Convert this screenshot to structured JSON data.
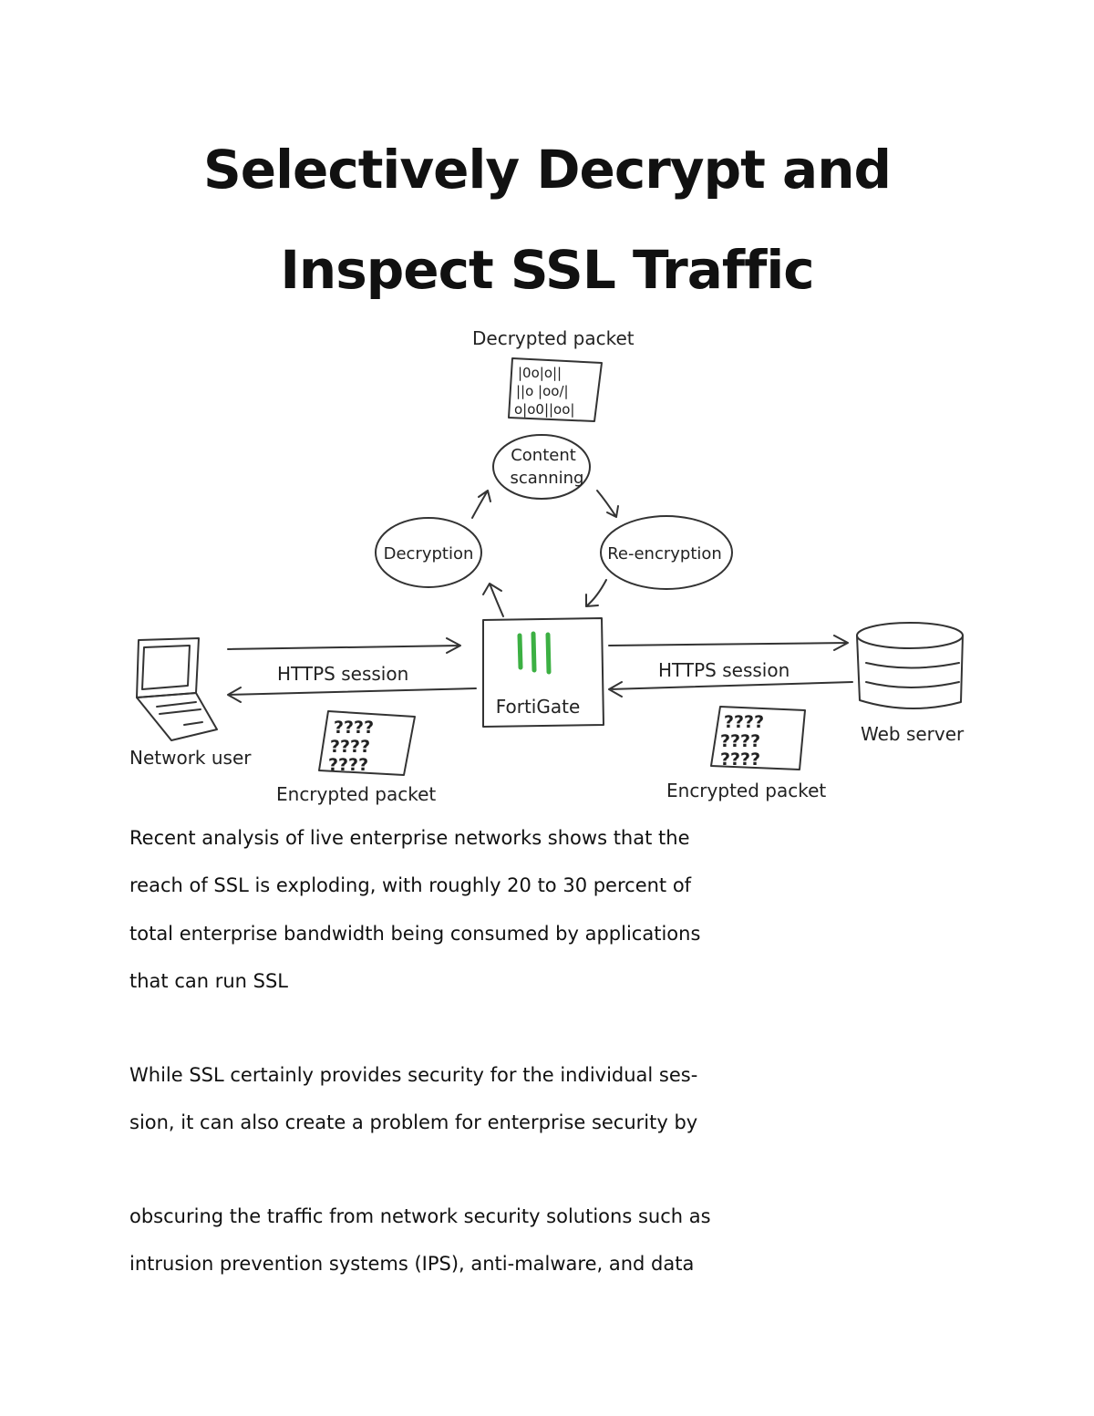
{
  "title": {
    "line1": "Selectively Decrypt and",
    "line2": "Inspect SSL Traffic"
  },
  "diagram": {
    "decrypted_packet_label": "Decrypted packet",
    "decrypted_packet_bits": [
      "|0o|o||",
      "||o |oo/|",
      "o|o0||oo|"
    ],
    "content_scanning_line1": "Content",
    "content_scanning_line2": "scanning",
    "decryption": "Decryption",
    "reencryption": "Re-encryption",
    "fortigate": "FortiGate",
    "https_left": "HTTPS session",
    "https_right": "HTTPS session",
    "network_user": "Network user",
    "web_server": "Web server",
    "encrypted_packet_left": "Encrypted packet",
    "encrypted_packet_right": "Encrypted packet",
    "encrypted_marks": [
      "????",
      "????",
      "????"
    ],
    "brand_color": "#3cb043"
  },
  "body": {
    "lines": [
      "Recent analysis of live enterprise networks shows that the",
      "reach of SSL is exploding, with roughly 20 to 30 percent of",
      "total enterprise bandwidth being consumed by applications",
      "that can run SSL",
      "While SSL certainly provides security for the individual ses-",
      "sion, it can also create a problem for enterprise security by",
      "obscuring the traffic from network security solutions such as",
      "intrusion prevention systems (IPS), anti-malware, and data"
    ]
  }
}
